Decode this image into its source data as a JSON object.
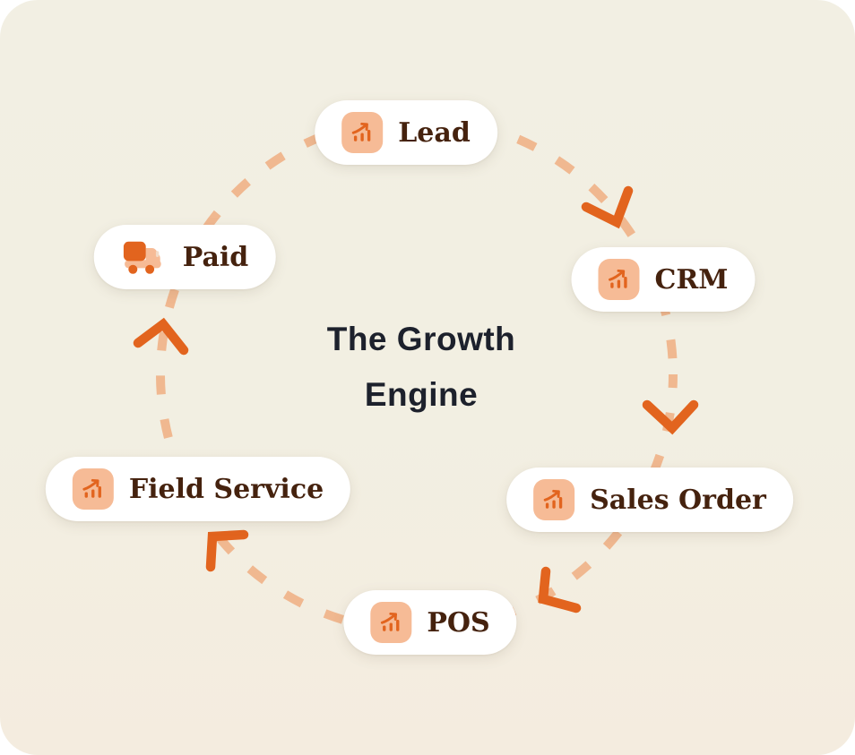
{
  "title": {
    "line1": "The Growth",
    "line2": "Engine"
  },
  "nodes": [
    {
      "label": "Lead",
      "icon": "growth-chart-icon"
    },
    {
      "label": "CRM",
      "icon": "growth-chart-icon"
    },
    {
      "label": "Sales Order",
      "icon": "growth-chart-icon"
    },
    {
      "label": "POS",
      "icon": "growth-chart-icon"
    },
    {
      "label": "Field Service",
      "icon": "growth-chart-icon"
    },
    {
      "label": "Paid",
      "icon": "delivery-truck-icon"
    }
  ],
  "flow": {
    "order": [
      "Lead",
      "CRM",
      "Sales Order",
      "POS",
      "Field Service",
      "Paid"
    ],
    "direction": "clockwise",
    "arrowhead_count": 5
  },
  "colors": {
    "background_cream": "#f2efe2",
    "dash_peach": "#f0b890",
    "arrow_orange": "#e2641e",
    "icon_chip_peach": "#f6bb96",
    "icon_glyph_orange": "#e2641e",
    "pill_text_brown": "#45220e",
    "title_dark": "#1d212c",
    "pill_background": "#ffffff"
  }
}
